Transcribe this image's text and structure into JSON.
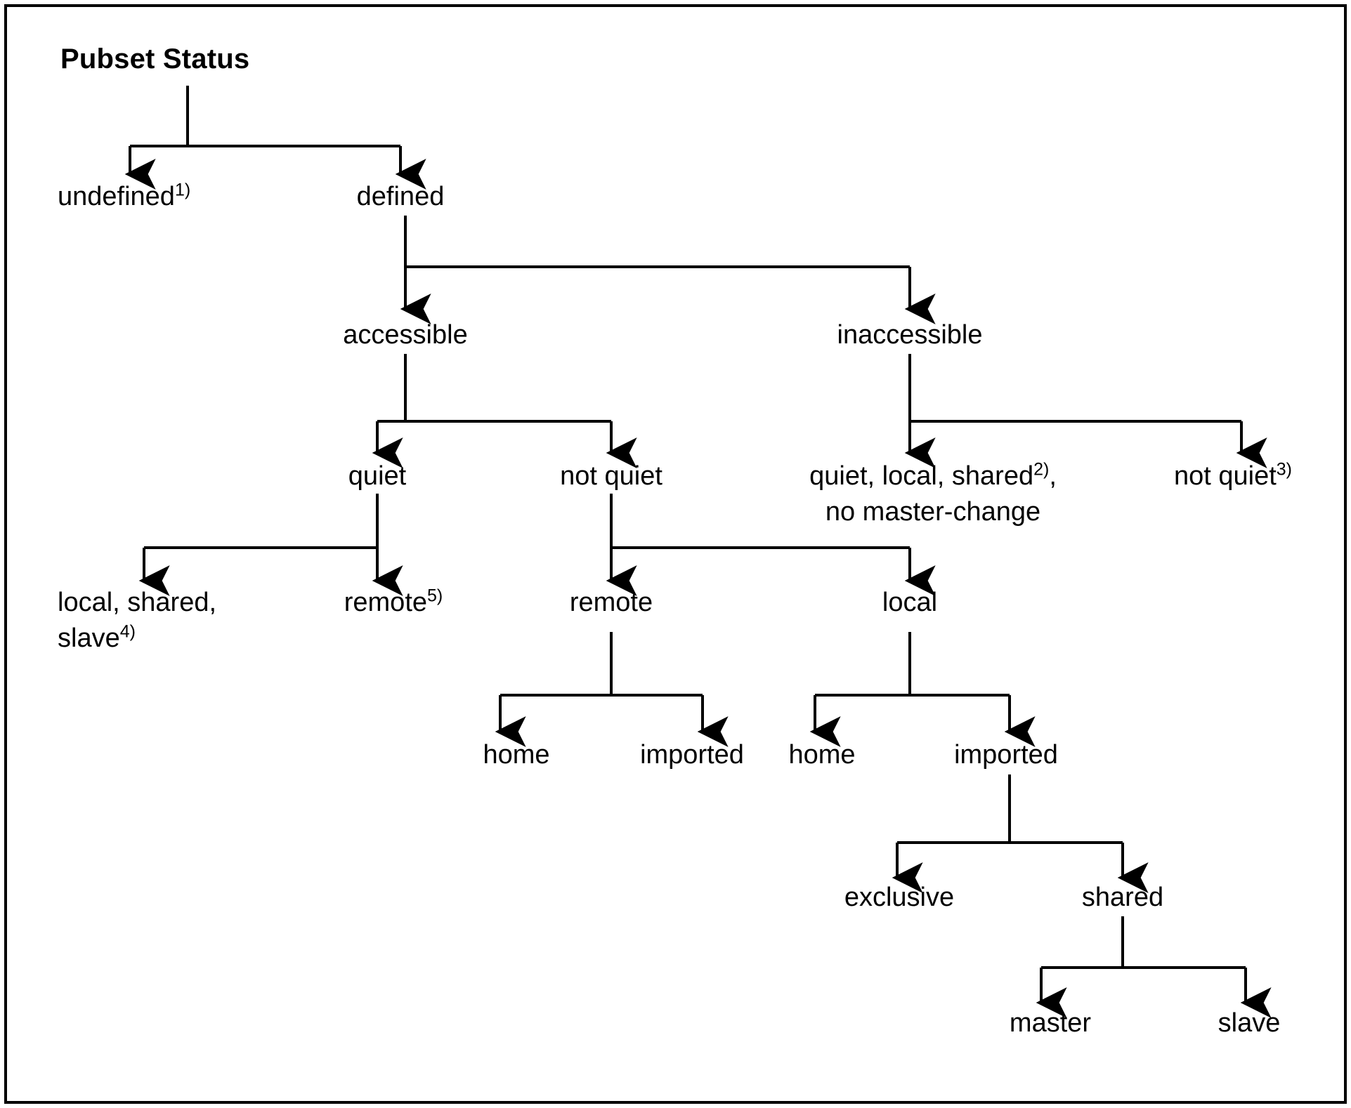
{
  "diagram": {
    "title": "Pubset Status",
    "border_color": "#000000",
    "line_color": "#000000",
    "background": "#ffffff",
    "type": "tree",
    "nodes": {
      "root": {
        "label": "Pubset Status"
      },
      "undefined": {
        "label": "undefined",
        "footnote": "1)"
      },
      "defined": {
        "label": "defined",
        "footnote": ""
      },
      "accessible": {
        "label": "accessible",
        "footnote": ""
      },
      "inaccessible": {
        "label": "inaccessible",
        "footnote": ""
      },
      "acc_quiet": {
        "label": "quiet",
        "footnote": ""
      },
      "acc_not_quiet": {
        "label": "not quiet",
        "footnote": ""
      },
      "inacc_quiet": {
        "label": "quiet, local, shared",
        "footnote": "2)",
        "suffix": ",",
        "line2": "no master-change"
      },
      "inacc_not_quiet": {
        "label": "not quiet",
        "footnote": "3)"
      },
      "local_shared_slave": {
        "label": "local, shared,",
        "line2": "slave",
        "footnote": "4)"
      },
      "quiet_remote": {
        "label": "remote",
        "footnote": "5)"
      },
      "nq_remote": {
        "label": "remote",
        "footnote": ""
      },
      "inacc_local": {
        "label": "local",
        "footnote": ""
      },
      "nq_remote_home": {
        "label": "home",
        "footnote": ""
      },
      "nq_remote_imported": {
        "label": "imported",
        "footnote": ""
      },
      "local_home": {
        "label": "home",
        "footnote": ""
      },
      "local_imported": {
        "label": "imported",
        "footnote": ""
      },
      "exclusive": {
        "label": "exclusive",
        "footnote": ""
      },
      "shared": {
        "label": "shared",
        "footnote": ""
      },
      "master": {
        "label": "master",
        "footnote": ""
      },
      "slave": {
        "label": "slave",
        "footnote": ""
      }
    },
    "edges": [
      {
        "from": "root",
        "to": "undefined"
      },
      {
        "from": "root",
        "to": "defined"
      },
      {
        "from": "defined",
        "to": "accessible"
      },
      {
        "from": "defined",
        "to": "inaccessible"
      },
      {
        "from": "accessible",
        "to": "acc_quiet"
      },
      {
        "from": "accessible",
        "to": "acc_not_quiet"
      },
      {
        "from": "inaccessible",
        "to": "inacc_quiet"
      },
      {
        "from": "inaccessible",
        "to": "inacc_not_quiet"
      },
      {
        "from": "acc_quiet",
        "to": "local_shared_slave"
      },
      {
        "from": "acc_quiet",
        "to": "quiet_remote"
      },
      {
        "from": "acc_not_quiet",
        "to": "nq_remote"
      },
      {
        "from": "acc_not_quiet",
        "to": "inacc_local"
      },
      {
        "from": "nq_remote",
        "to": "nq_remote_home"
      },
      {
        "from": "nq_remote",
        "to": "nq_remote_imported"
      },
      {
        "from": "inacc_local",
        "to": "local_home"
      },
      {
        "from": "inacc_local",
        "to": "local_imported"
      },
      {
        "from": "local_imported",
        "to": "exclusive"
      },
      {
        "from": "local_imported",
        "to": "shared"
      },
      {
        "from": "shared",
        "to": "master"
      },
      {
        "from": "shared",
        "to": "slave"
      }
    ]
  }
}
